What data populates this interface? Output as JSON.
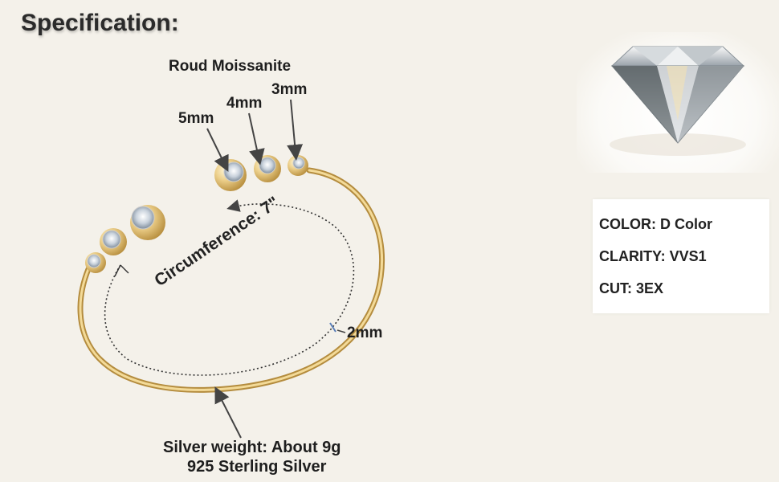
{
  "title": "Specification:",
  "stone": {
    "type_label": "Roud Moissanite",
    "size_large": "5mm",
    "size_medium": "4mm",
    "size_small": "3mm"
  },
  "band": {
    "width_label": "2mm",
    "circumference_label": "Circumference: 7\"",
    "weight_label": "Silver weight: About 9g",
    "material_label": "925 Sterling Silver"
  },
  "specs": {
    "color": "COLOR: D Color",
    "clarity": "CLARITY: VVS1",
    "cut": "CUT: 3EX"
  },
  "colors": {
    "gold": "#e8c77c",
    "gold_dark": "#b8903e",
    "background": "#f4f1ea"
  }
}
